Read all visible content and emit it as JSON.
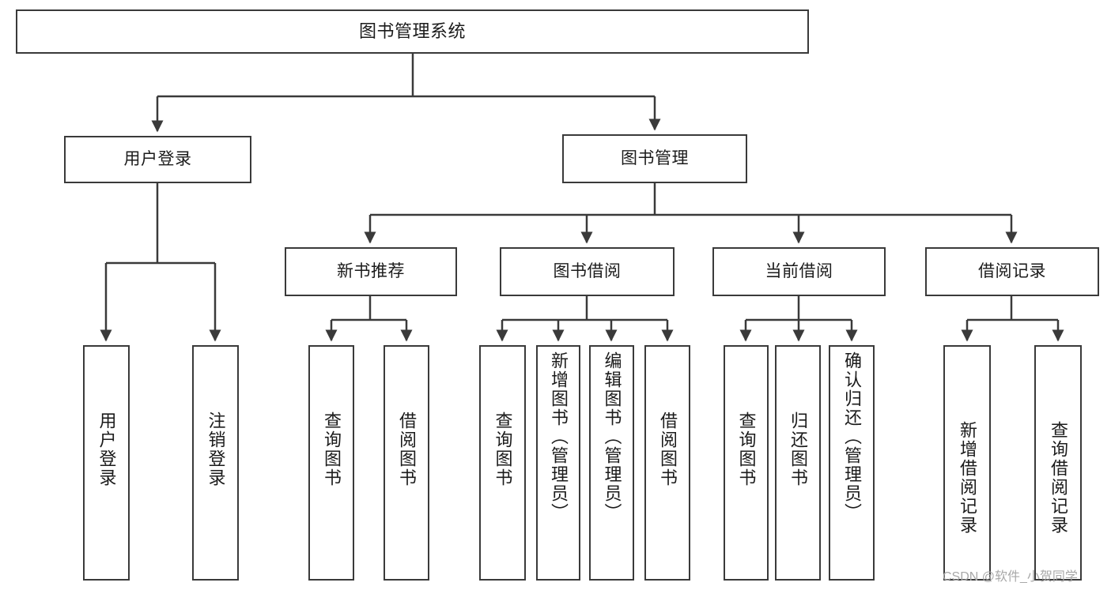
{
  "diagram": {
    "title": "图书管理系统",
    "type": "hierarchy-tree",
    "colors": {
      "stroke": "#3a3a3a",
      "fill": "#ffffff",
      "text": "#1b1b1b",
      "watermark": "#a8a8a8"
    },
    "nodes": {
      "root": {
        "label": "图书管理系统"
      },
      "level1": [
        {
          "label": "用户登录"
        },
        {
          "label": "图书管理"
        }
      ],
      "level2": [
        {
          "label": "新书推荐"
        },
        {
          "label": "图书借阅"
        },
        {
          "label": "当前借阅"
        },
        {
          "label": "借阅记录"
        }
      ],
      "leaves": {
        "user_login": [
          {
            "label": "用户登录"
          },
          {
            "label": "注销登录"
          }
        ],
        "new_book": [
          {
            "label": "查询图书"
          },
          {
            "label": "借阅图书"
          }
        ],
        "book_borrow": [
          {
            "label": "查询图书"
          },
          {
            "label": "新增图书（管理员）"
          },
          {
            "label": "编辑图书（管理员）"
          },
          {
            "label": "借阅图书"
          }
        ],
        "current_borrow": [
          {
            "label": "查询图书"
          },
          {
            "label": "归还图书"
          },
          {
            "label": "确认归还（管理员）"
          }
        ],
        "borrow_record": [
          {
            "label": "新增借阅记录"
          },
          {
            "label": "查询借阅记录"
          }
        ]
      }
    },
    "watermark": "CSDN @软件_小贺同学"
  }
}
